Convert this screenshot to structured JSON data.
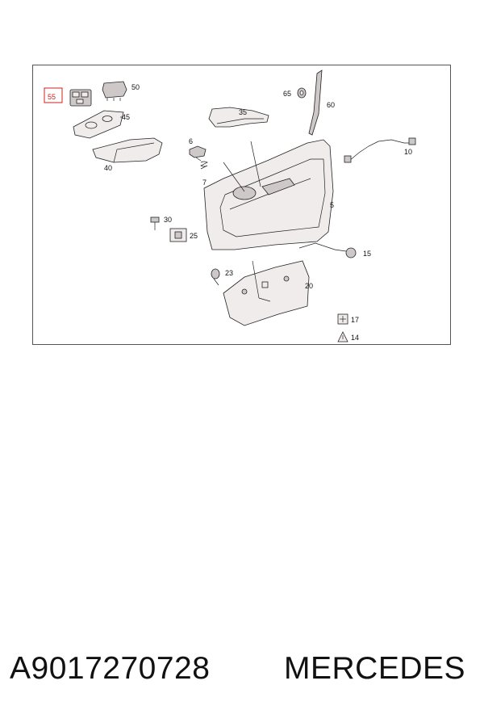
{
  "diagram": {
    "callouts": {
      "c55": "55",
      "c50": "50",
      "c45": "45",
      "c40": "40",
      "c65": "65",
      "c60": "60",
      "c35": "35",
      "c6": "6",
      "c7": "7",
      "c10": "10",
      "c5": "5",
      "c30": "30",
      "c25": "25",
      "c15": "15",
      "c23": "23",
      "c20": "20",
      "c17": "17",
      "c14": "14"
    },
    "highlighted_callout": "55",
    "highlight_color": "#cc2222"
  },
  "footer": {
    "part_number": "A9017270728",
    "brand": "MERCEDES"
  }
}
